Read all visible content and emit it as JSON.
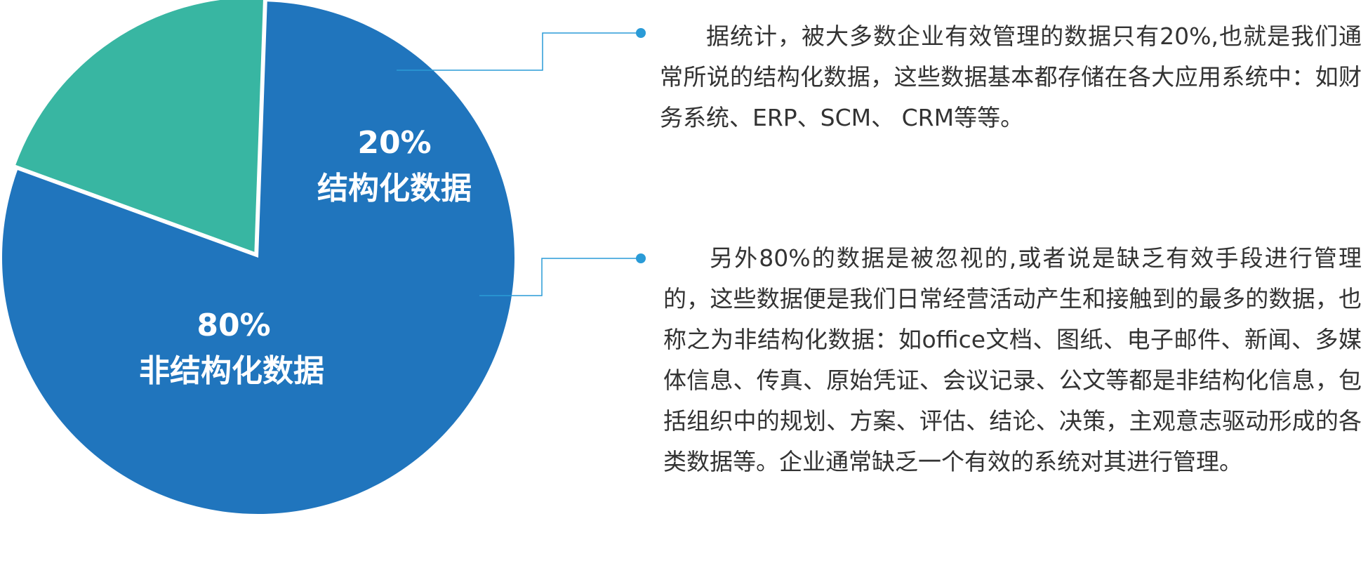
{
  "chart_data": {
    "type": "pie",
    "slices": [
      {
        "key": "unstructured",
        "value": 80,
        "percent_label": "80%",
        "name": "非结构化数据",
        "color": "#2075BD",
        "exploded": false
      },
      {
        "key": "structured",
        "value": 20,
        "percent_label": "20%",
        "name": "结构化数据",
        "color": "#38B6A2",
        "exploded": true
      }
    ],
    "legend": "none",
    "callout_color": "#2A9BD7"
  },
  "descriptions": {
    "structured": "据统计，被大多数企业有效管理的数据只有20%,也就是我们通常所说的结构化数据，这些数据基本都存储在各大应用系统中：如财务系统、ERP、SCM、 CRM等等。",
    "unstructured": "另外80%的数据是被忽视的,或者说是缺乏有效手段进行管理的，这些数据便是我们日常经营活动产生和接触到的最多的数据，也称之为非结构化数据：如office文档、图纸、电子邮件、新闻、多媒体信息、传真、原始凭证、会议记录、公文等都是非结构化信息，包括组织中的规划、方案、评估、结论、决策，主观意志驱动形成的各类数据等。企业通常缺乏一个有效的系统对其进行管理。"
  }
}
